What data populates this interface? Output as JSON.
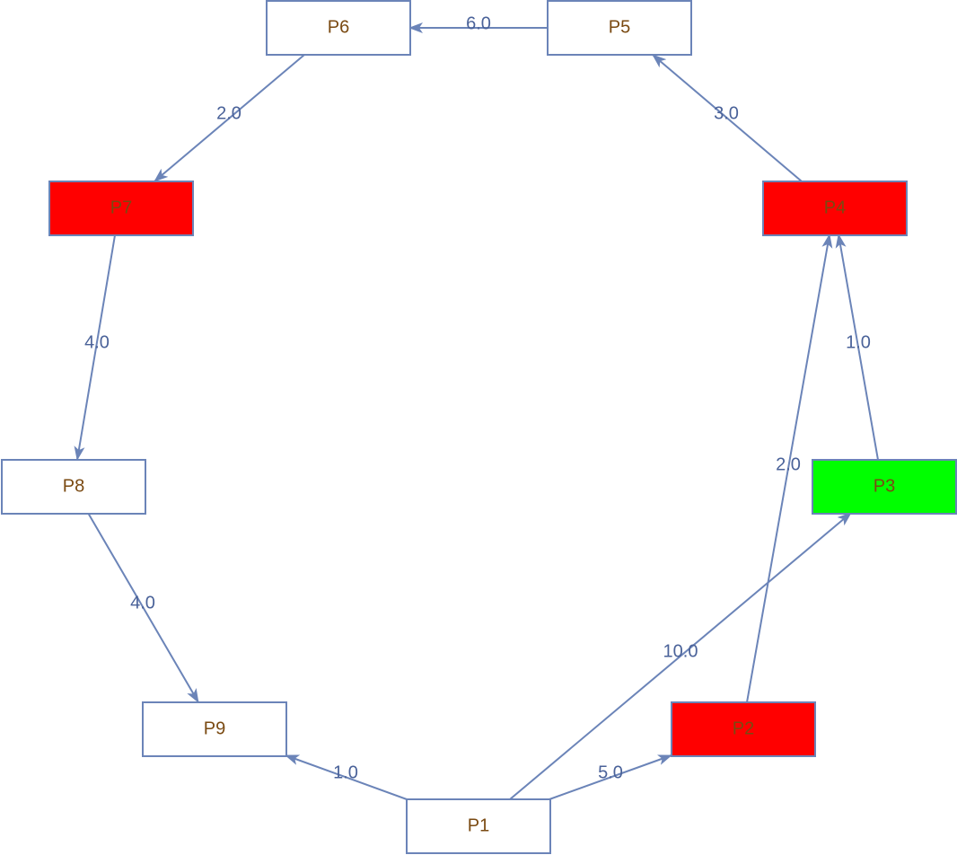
{
  "colors": {
    "edge": "#6b84b8",
    "node_border": "#6b84b8",
    "node_text": "#7a4a12",
    "edge_label": "#4a6299",
    "red": "#ff0000",
    "green": "#00ff00",
    "white": "#ffffff"
  },
  "nodes": [
    {
      "id": "P1",
      "label": "P1",
      "fill": "white"
    },
    {
      "id": "P2",
      "label": "P2",
      "fill": "red"
    },
    {
      "id": "P3",
      "label": "P3",
      "fill": "green"
    },
    {
      "id": "P4",
      "label": "P4",
      "fill": "red"
    },
    {
      "id": "P5",
      "label": "P5",
      "fill": "white"
    },
    {
      "id": "P6",
      "label": "P6",
      "fill": "white"
    },
    {
      "id": "P7",
      "label": "P7",
      "fill": "red"
    },
    {
      "id": "P8",
      "label": "P8",
      "fill": "white"
    },
    {
      "id": "P9",
      "label": "P9",
      "fill": "white"
    }
  ],
  "edges": [
    {
      "from": "P1",
      "to": "P9",
      "label": "1.0"
    },
    {
      "from": "P1",
      "to": "P2",
      "label": "5.0"
    },
    {
      "from": "P1",
      "to": "P3",
      "label": "10.0"
    },
    {
      "from": "P2",
      "to": "P4",
      "label": "2.0"
    },
    {
      "from": "P3",
      "to": "P4",
      "label": "1.0"
    },
    {
      "from": "P4",
      "to": "P5",
      "label": "3.0"
    },
    {
      "from": "P5",
      "to": "P6",
      "label": "6.0"
    },
    {
      "from": "P6",
      "to": "P7",
      "label": "2.0"
    },
    {
      "from": "P7",
      "to": "P8",
      "label": "4.0"
    },
    {
      "from": "P8",
      "to": "P9",
      "label": "4.0"
    }
  ]
}
